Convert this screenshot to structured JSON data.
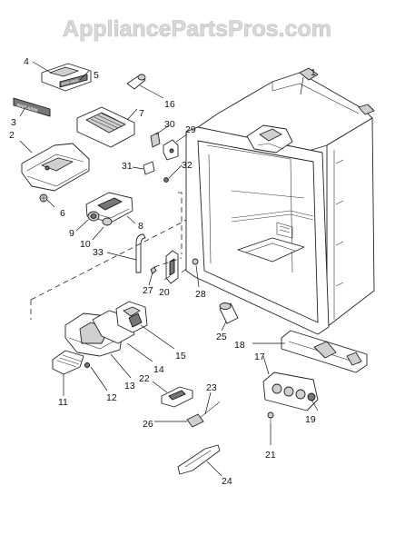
{
  "watermark": "AppliancePartsPros.com",
  "callouts": [
    "1",
    "2",
    "3",
    "4",
    "5",
    "6",
    "7",
    "8",
    "9",
    "10",
    "11",
    "12",
    "13",
    "14",
    "15",
    "16",
    "17",
    "18",
    "19",
    "20",
    "21",
    "22",
    "23",
    "24",
    "25",
    "26",
    "27",
    "28",
    "29",
    "30",
    "31",
    "32",
    "33"
  ],
  "label_text": {
    "part3": "8888-8888",
    "part5": "8888-8888"
  }
}
